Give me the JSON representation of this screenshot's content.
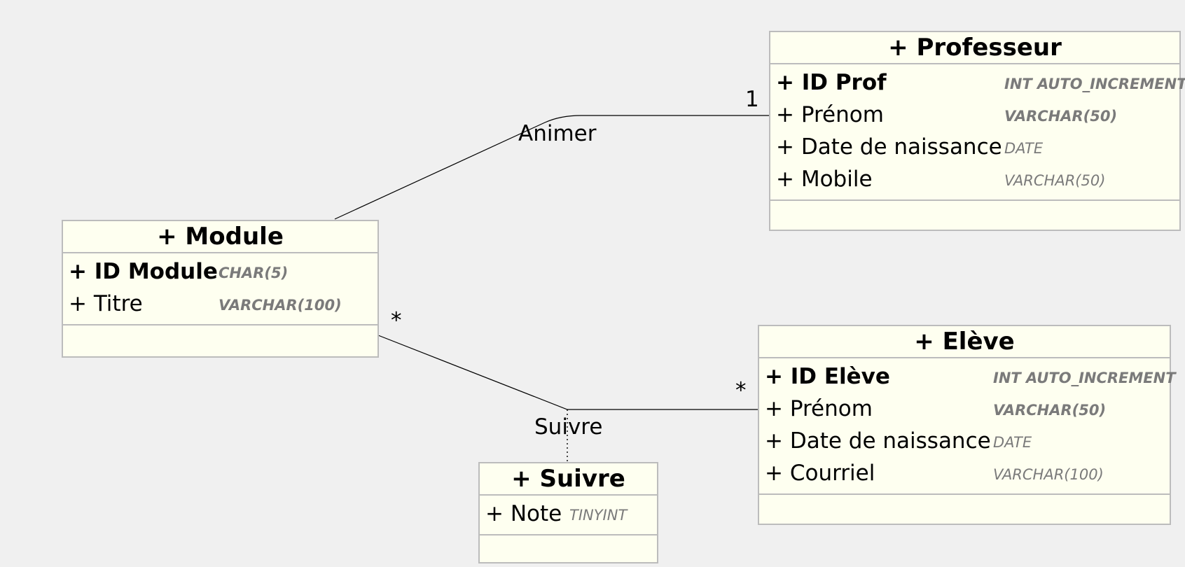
{
  "classes": {
    "professeur": {
      "title": "+ Professeur",
      "attributes": [
        {
          "name": "+ ID Prof",
          "type": "INT AUTO_INCREMENT"
        },
        {
          "name": "+ Prénom",
          "type": "VARCHAR(50)"
        },
        {
          "name": "+ Date de naissance",
          "type": "DATE"
        },
        {
          "name": "+ Mobile",
          "type": "VARCHAR(50)"
        }
      ]
    },
    "module": {
      "title": "+ Module",
      "attributes": [
        {
          "name": "+ ID Module",
          "type": "CHAR(5)"
        },
        {
          "name": "+ Titre",
          "type": "VARCHAR(100)"
        }
      ]
    },
    "eleve": {
      "title": "+ Elève",
      "attributes": [
        {
          "name": "+ ID Elève",
          "type": "INT AUTO_INCREMENT"
        },
        {
          "name": "+ Prénom",
          "type": "VARCHAR(50)"
        },
        {
          "name": "+ Date de naissance",
          "type": "DATE"
        },
        {
          "name": "+ Courriel",
          "type": "VARCHAR(100)"
        }
      ]
    },
    "suivre": {
      "title": "+ Suivre",
      "attributes": [
        {
          "name": "+ Note",
          "type": "TINYINT"
        }
      ]
    }
  },
  "associations": {
    "animer": {
      "name": "Animer",
      "multiplicity_professeur": "1"
    },
    "suivre": {
      "name": "Suivre",
      "multiplicity_module": "*",
      "multiplicity_eleve": "*"
    }
  }
}
